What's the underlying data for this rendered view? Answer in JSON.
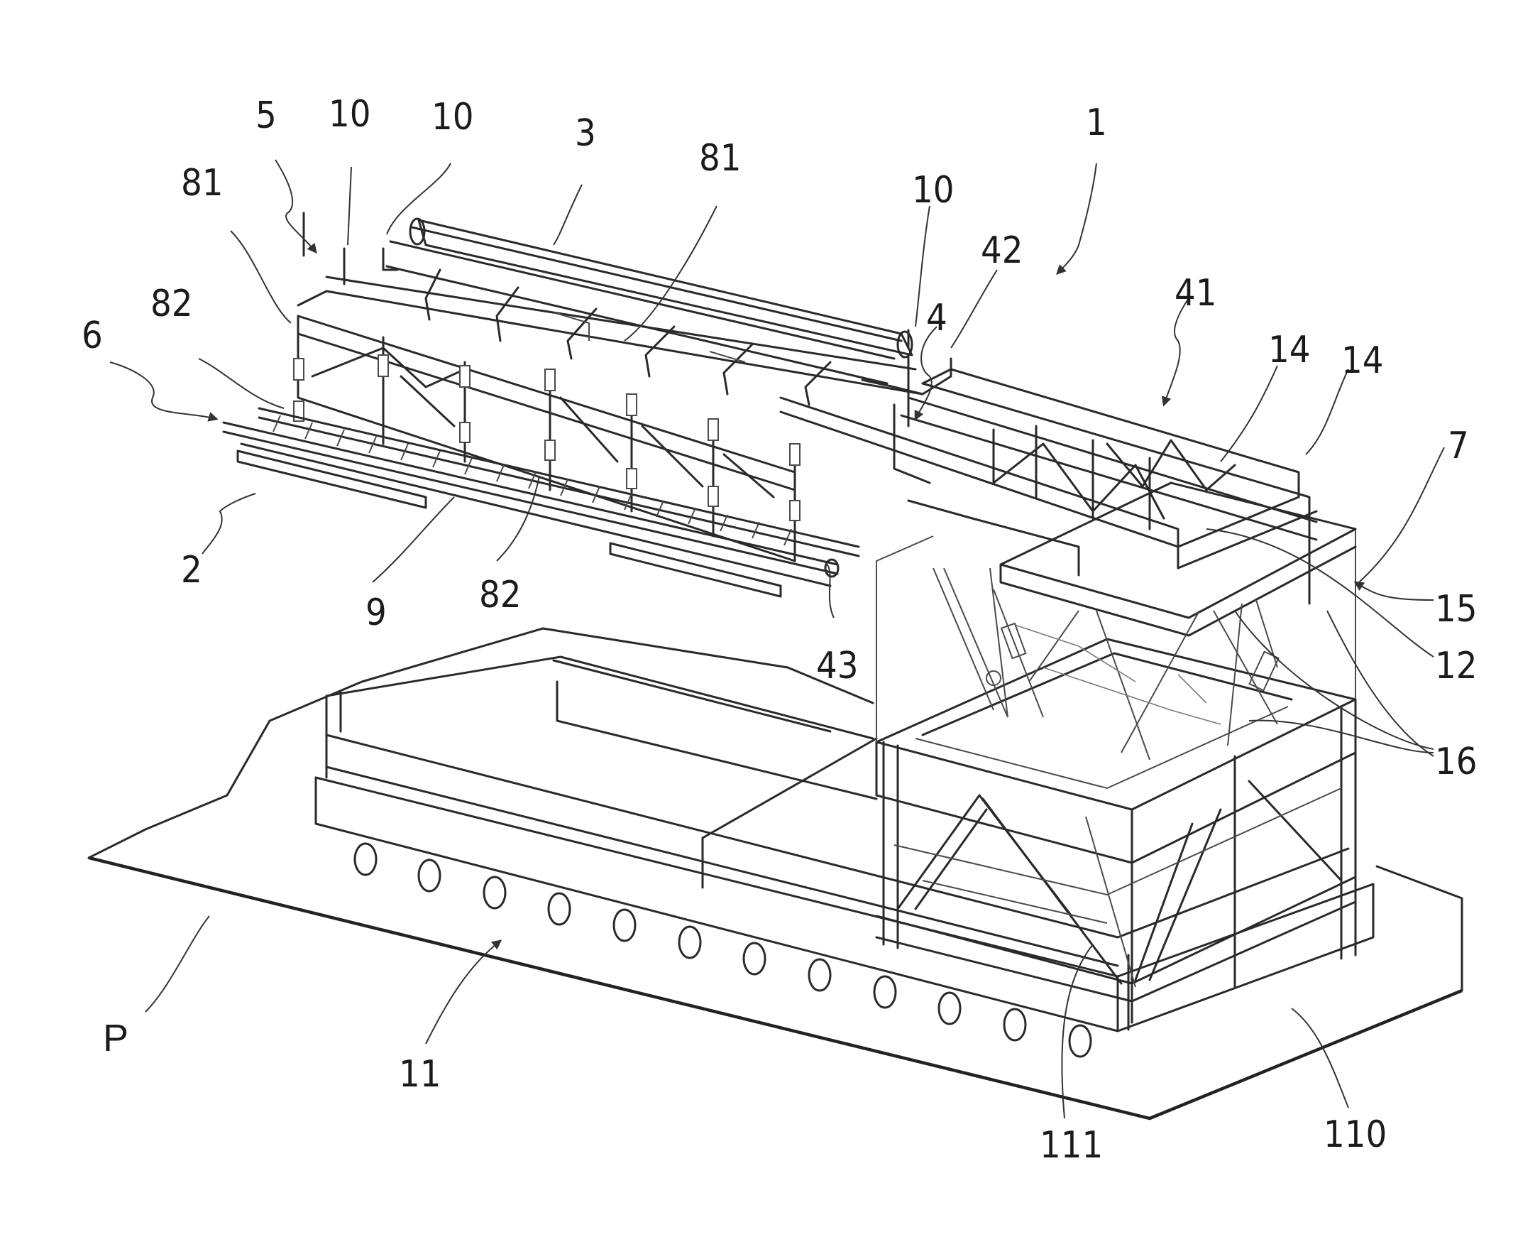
{
  "figure": {
    "title": "Patent drawing: isometric view of simulator installation with ground base, truss frame, hexapod motion platform and cantilevered walkway structure",
    "line_color": "#2a2a2a",
    "background": "#ffffff"
  },
  "references": [
    {
      "id": "ref-5",
      "text": "5",
      "meaning": "upper structure (arrow)"
    },
    {
      "id": "ref-10a",
      "text": "10"
    },
    {
      "id": "ref-10b",
      "text": "10"
    },
    {
      "id": "ref-3",
      "text": "3",
      "meaning": "cylindrical component on upper rack"
    },
    {
      "id": "ref-81a",
      "text": "81"
    },
    {
      "id": "ref-81b",
      "text": "81"
    },
    {
      "id": "ref-82a",
      "text": "82"
    },
    {
      "id": "ref-6",
      "text": "6",
      "meaning": "walkway / ladder (arrow)"
    },
    {
      "id": "ref-2",
      "text": "2"
    },
    {
      "id": "ref-9",
      "text": "9"
    },
    {
      "id": "ref-82b",
      "text": "82"
    },
    {
      "id": "ref-43",
      "text": "43"
    },
    {
      "id": "ref-1",
      "text": "1",
      "meaning": "overall installation (arrow)"
    },
    {
      "id": "ref-10c",
      "text": "10"
    },
    {
      "id": "ref-42",
      "text": "42"
    },
    {
      "id": "ref-4",
      "text": "4",
      "meaning": "cantilever truss (arrow)"
    },
    {
      "id": "ref-41",
      "text": "41"
    },
    {
      "id": "ref-14a",
      "text": "14"
    },
    {
      "id": "ref-14b",
      "text": "14"
    },
    {
      "id": "ref-7",
      "text": "7"
    },
    {
      "id": "ref-15",
      "text": "15"
    },
    {
      "id": "ref-12",
      "text": "12"
    },
    {
      "id": "ref-16",
      "text": "16",
      "meaning": "hexapod actuators"
    },
    {
      "id": "ref-P",
      "text": "P",
      "meaning": "ground plane"
    },
    {
      "id": "ref-11",
      "text": "11",
      "meaning": "base with wheels/rollers (arrow)"
    },
    {
      "id": "ref-111",
      "text": "111"
    },
    {
      "id": "ref-110",
      "text": "110"
    }
  ]
}
